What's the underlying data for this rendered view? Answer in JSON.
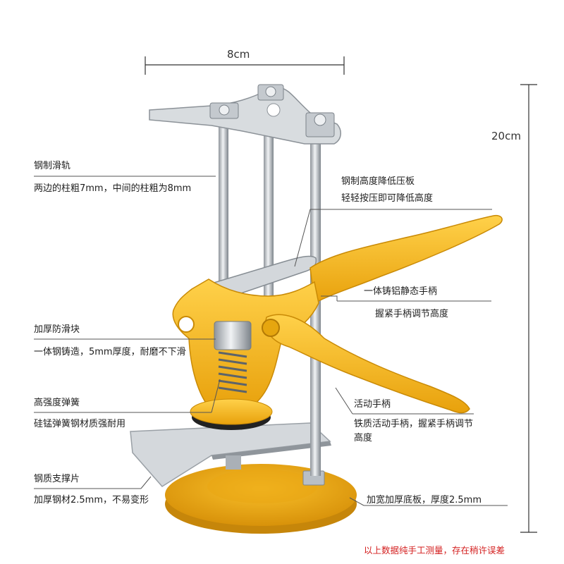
{
  "dimensions": {
    "width": "8cm",
    "height": "20cm"
  },
  "callouts": {
    "rail_title": "钢制滑轨",
    "rail_desc": "两边的柱粗7mm，中间的柱粗为8mm",
    "plate_title": "钢制高度降低压板",
    "plate_desc": "轻轻按压即可降低高度",
    "handle_title": "一体铸铝静态手柄",
    "handle_desc": "握紧手柄调节高度",
    "block_title": "加厚防滑块",
    "block_desc": "一体钢铸造，5mm厚度，耐磨不下滑",
    "spring_title": "高强度弹簧",
    "spring_desc": "硅锰弹簧钢材质强耐用",
    "movehandle_title": "活动手柄",
    "movehandle_desc": "铁质活动手柄，握紧手柄调节高度",
    "support_title": "钢质支撑片",
    "support_desc": "加厚钢材2.5mm，不易变形",
    "base_desc": "加宽加厚底板，厚度2.5mm"
  },
  "footer_note": "以上数据纯手工测量，存在稍许误差",
  "colors": {
    "yellow": "#f2b51c",
    "steel": "#c9ced3",
    "note_red": "#d42020"
  }
}
